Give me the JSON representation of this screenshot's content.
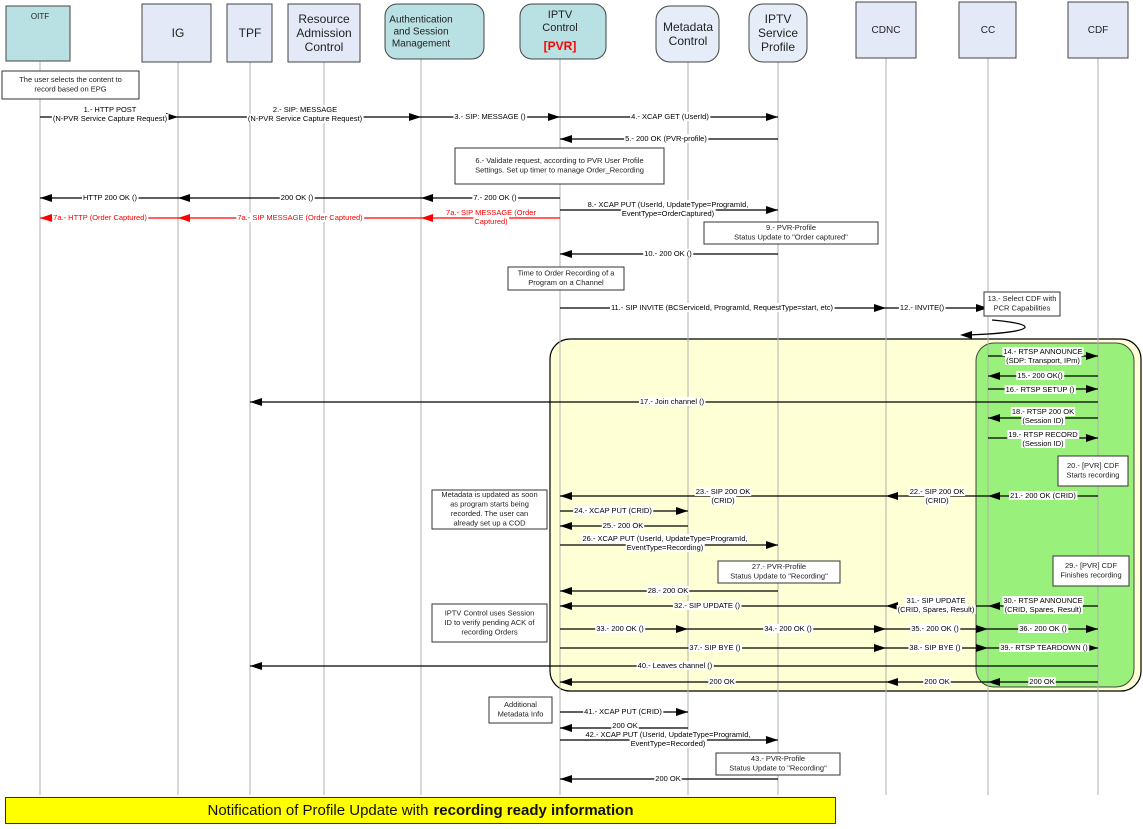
{
  "diagram": {
    "title": "N-PVR recording sequence",
    "colors": {
      "actor_teal": "#b9e0e2",
      "actor_lightblue": "#e3e9f7",
      "actor_round": "#e5eef8",
      "lifeline": "#b0b0b0",
      "arrow": "#000000",
      "arrow_red": "#ff0000",
      "yellow_region": "#ffffd6",
      "green_region": "#99f07a",
      "banner": "#ffff00",
      "pvr_red": "#ff0000"
    },
    "actors": [
      {
        "id": "oitf",
        "label": [
          "OITF"
        ],
        "style": "teal-square"
      },
      {
        "id": "ig",
        "label": [
          "IG"
        ],
        "style": "blue-square"
      },
      {
        "id": "tpf",
        "label": [
          "TPF"
        ],
        "style": "blue-square"
      },
      {
        "id": "rac",
        "label": [
          "Resource",
          "Admission",
          "Control"
        ],
        "style": "blue-square"
      },
      {
        "id": "asm",
        "label": [
          "Authentication",
          "and Session",
          "Management"
        ],
        "style": "teal-round"
      },
      {
        "id": "iptvc",
        "label": [
          "IPTV",
          "Control"
        ],
        "sublabel": "[PVR]",
        "style": "teal-round"
      },
      {
        "id": "mdc",
        "label": [
          "Metadata",
          "Control"
        ],
        "style": "blue-round"
      },
      {
        "id": "isp",
        "label": [
          "IPTV",
          "Service",
          "Profile"
        ],
        "style": "blue-round"
      },
      {
        "id": "cdnc",
        "label": [
          "CDNC"
        ],
        "style": "blue-square"
      },
      {
        "id": "cc",
        "label": [
          "CC"
        ],
        "style": "blue-square"
      },
      {
        "id": "cdf",
        "label": [
          "CDF"
        ],
        "style": "blue-square"
      }
    ],
    "notes": [
      {
        "id": "note-user-selects",
        "lines": [
          "The user selects the content to",
          "record based on EPG"
        ]
      },
      {
        "id": "note-6",
        "lines": [
          "6.- Validate request, according to PVR User Profile",
          "Settings. Set up timer to manage Order_Recording"
        ]
      },
      {
        "id": "note-9",
        "lines": [
          "9.- PVR-Profile",
          "Status Update to \"Order captured\""
        ]
      },
      {
        "id": "note-time",
        "lines": [
          "Time to Order Recording of a",
          "Program on a Channel"
        ]
      },
      {
        "id": "note-13",
        "lines": [
          "13.- Select CDF with",
          "PCR Capabilities"
        ]
      },
      {
        "id": "note-20",
        "lines": [
          "20.- [PVR] CDF",
          "Starts recording"
        ]
      },
      {
        "id": "note-metadata",
        "lines": [
          "Metadata is updated as soon",
          "as program starts being",
          "recorded. The user can",
          "already set up a COD"
        ]
      },
      {
        "id": "note-27",
        "lines": [
          "27.- PVR-Profile",
          "Status Update to \"Recording\""
        ]
      },
      {
        "id": "note-29",
        "lines": [
          "29.- [PVR] CDF",
          "Finishes recording"
        ]
      },
      {
        "id": "note-session",
        "lines": [
          "IPTV Control uses Session",
          "ID to verify pending ACK of",
          "recording Orders"
        ]
      },
      {
        "id": "note-additional",
        "lines": [
          "Additional",
          "Metadata Info"
        ]
      },
      {
        "id": "note-43",
        "lines": [
          "43.- PVR-Profile",
          "Status Update to \"Recording\""
        ]
      }
    ],
    "messages": [
      {
        "id": "m1",
        "from": "oitf",
        "to": "ig",
        "lines": [
          "1.- HTTP POST",
          "(N-PVR Service Capture Request)"
        ]
      },
      {
        "id": "m2",
        "from": "ig",
        "to": "asm",
        "lines": [
          "2.- SIP: MESSAGE",
          "(N-PVR Service Capture Request)"
        ]
      },
      {
        "id": "m3",
        "from": "asm",
        "to": "iptvc",
        "lines": [
          "3.- SIP: MESSAGE ()"
        ]
      },
      {
        "id": "m4",
        "from": "iptvc",
        "to": "isp",
        "lines": [
          "4.- XCAP GET (UserId)"
        ]
      },
      {
        "id": "m5",
        "from": "isp",
        "to": "iptvc",
        "lines": [
          "5.- 200 OK (PVR-profile)"
        ]
      },
      {
        "id": "m7",
        "from": "iptvc",
        "to": "asm",
        "lines": [
          "7.- 200 OK ()"
        ]
      },
      {
        "id": "m7-rac",
        "from": "asm",
        "to": "ig",
        "lines": [
          "200 OK ()"
        ]
      },
      {
        "id": "m7-http",
        "from": "ig",
        "to": "oitf",
        "lines": [
          "HTTP 200 OK ()"
        ]
      },
      {
        "id": "m7a",
        "from": "iptvc",
        "to": "asm",
        "lines": [
          "7a.- SIP MESSAGE (Order",
          "Captured)"
        ],
        "red": true
      },
      {
        "id": "m7a-sip",
        "from": "asm",
        "to": "ig",
        "lines": [
          "7a.- SIP MESSAGE (Order Captured)"
        ],
        "red": true
      },
      {
        "id": "m7a-http",
        "from": "ig",
        "to": "oitf",
        "lines": [
          "7a.- HTTP (Order Captured)"
        ],
        "red": true
      },
      {
        "id": "m8",
        "from": "iptvc",
        "to": "isp",
        "lines": [
          "8.- XCAP PUT (UserId, UpdateType=ProgramId,",
          "EventType=OrderCaptured)"
        ]
      },
      {
        "id": "m10",
        "from": "isp",
        "to": "iptvc",
        "lines": [
          "10.- 200 OK ()"
        ]
      },
      {
        "id": "m11",
        "from": "iptvc",
        "to": "cdnc",
        "lines": [
          "11.- SIP INVITE (BCServiceId, ProgramId, RequestType=start, etc)"
        ]
      },
      {
        "id": "m12",
        "from": "cdnc",
        "to": "cc",
        "lines": [
          "12.- INVITE()"
        ]
      },
      {
        "id": "m14",
        "from": "cc",
        "to": "cdf",
        "lines": [
          "14.- RTSP ANNOUNCE",
          "(SDP: Transport, IPm)"
        ]
      },
      {
        "id": "m15",
        "from": "cdf",
        "to": "cc",
        "lines": [
          "15.- 200 OK()"
        ]
      },
      {
        "id": "m16",
        "from": "cc",
        "to": "cdf",
        "lines": [
          "16.- RTSP SETUP ()"
        ]
      },
      {
        "id": "m17",
        "from": "cdf",
        "to": "tpf",
        "lines": [
          "17.- Join channel ()"
        ]
      },
      {
        "id": "m18",
        "from": "cdf",
        "to": "cc",
        "lines": [
          "18.- RTSP 200 OK",
          "(Session ID)"
        ]
      },
      {
        "id": "m19",
        "from": "cc",
        "to": "cdf",
        "lines": [
          "19.- RTSP RECORD",
          "(Session ID)"
        ]
      },
      {
        "id": "m21",
        "from": "cdf",
        "to": "cc",
        "lines": [
          "21.- 200 OK (CRID)"
        ]
      },
      {
        "id": "m22",
        "from": "cc",
        "to": "cdnc",
        "lines": [
          "22.- SIP 200 OK",
          "(CRID)"
        ]
      },
      {
        "id": "m23",
        "from": "cdnc",
        "to": "iptvc",
        "lines": [
          "23.- SIP 200 OK",
          "(CRID)"
        ]
      },
      {
        "id": "m24",
        "from": "iptvc",
        "to": "mdc",
        "lines": [
          "24.- XCAP PUT (CRID)"
        ]
      },
      {
        "id": "m25",
        "from": "mdc",
        "to": "iptvc",
        "lines": [
          "25.- 200 OK"
        ]
      },
      {
        "id": "m26",
        "from": "iptvc",
        "to": "isp",
        "lines": [
          "26.- XCAP PUT (UserId, UpdateType=ProgramId,",
          "EventType=Recording)"
        ]
      },
      {
        "id": "m28",
        "from": "isp",
        "to": "iptvc",
        "lines": [
          "28.- 200 OK"
        ]
      },
      {
        "id": "m30",
        "from": "cdf",
        "to": "cc",
        "lines": [
          "30.- RTSP ANNOUNCE",
          "(CRID, Spares, Result)"
        ]
      },
      {
        "id": "m31",
        "from": "cc",
        "to": "cdnc",
        "lines": [
          "31.- SIP UPDATE",
          "(CRID, Spares, Result)"
        ]
      },
      {
        "id": "m32",
        "from": "cdnc",
        "to": "iptvc",
        "lines": [
          "32.- SIP UPDATE ()"
        ]
      },
      {
        "id": "m33",
        "from": "iptvc",
        "to": "mdc",
        "lines": [
          "33.- 200 OK ()"
        ]
      },
      {
        "id": "m34",
        "from": "mdc",
        "to": "cdnc",
        "lines": [
          "34.- 200 OK ()"
        ]
      },
      {
        "id": "m35",
        "from": "cdnc",
        "to": "cc",
        "lines": [
          "35.- 200 OK ()"
        ]
      },
      {
        "id": "m36",
        "from": "cc",
        "to": "cdf",
        "lines": [
          "36.- 200 OK ()"
        ]
      },
      {
        "id": "m37",
        "from": "iptvc",
        "to": "cdnc",
        "lines": [
          "37.- SIP BYE ()"
        ]
      },
      {
        "id": "m38",
        "from": "cdnc",
        "to": "cc",
        "lines": [
          "38.- SIP BYE ()"
        ]
      },
      {
        "id": "m39",
        "from": "cc",
        "to": "cdf",
        "lines": [
          "39.- RTSP TEARDOWN ()"
        ]
      },
      {
        "id": "m40",
        "from": "cdf",
        "to": "tpf",
        "lines": [
          "40.- Leaves channel ()"
        ]
      },
      {
        "id": "m200a",
        "from": "cdf",
        "to": "cc",
        "lines": [
          "200 OK"
        ]
      },
      {
        "id": "m200b",
        "from": "cc",
        "to": "cdnc",
        "lines": [
          "200 OK"
        ]
      },
      {
        "id": "m200c",
        "from": "cdnc",
        "to": "iptvc",
        "lines": [
          "200 OK"
        ]
      },
      {
        "id": "m41",
        "from": "iptvc",
        "to": "mdc",
        "lines": [
          "41.- XCAP PUT (CRID)"
        ]
      },
      {
        "id": "m41-ok",
        "from": "mdc",
        "to": "iptvc",
        "lines": [
          "200 OK"
        ]
      },
      {
        "id": "m42",
        "from": "iptvc",
        "to": "isp",
        "lines": [
          "42.- XCAP PUT (UserId, UpdateType=ProgramId,",
          "EventType=Recorded)"
        ]
      },
      {
        "id": "m43-ok",
        "from": "isp",
        "to": "iptvc",
        "lines": [
          "200 OK"
        ]
      }
    ],
    "banner": {
      "text_normal": "Notification of Profile Update with",
      "text_bold": "recording ready information"
    }
  }
}
